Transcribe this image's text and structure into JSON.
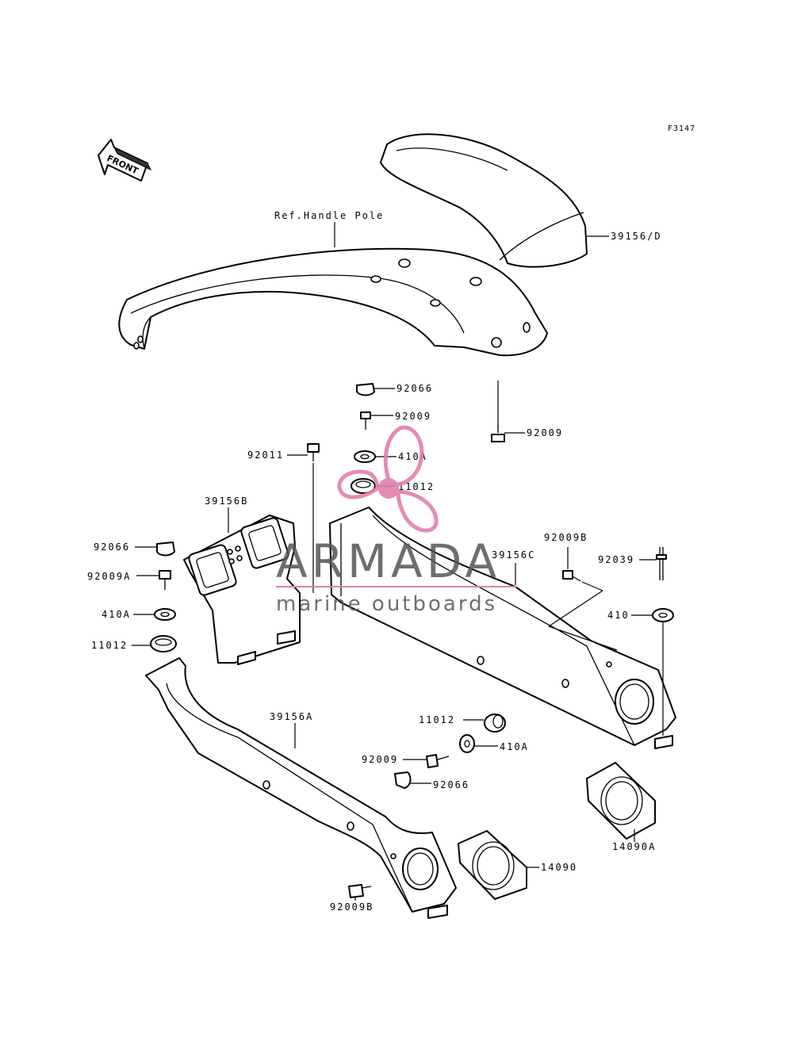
{
  "figure_code": "F3147",
  "front_label": "FRONT",
  "reference_label": "Ref.Handle Pole",
  "watermark": {
    "brand": "ARMADA",
    "tagline": "marine outboards",
    "accent_color": "#e27fae"
  },
  "parts": {
    "p39156D": "39156/D",
    "p92066_top": "92066",
    "p92009_top": "92009",
    "p92009_right": "92009",
    "p92011": "92011",
    "p410A_top": "410A",
    "p11012_top": "11012",
    "p39156B": "39156B",
    "p92066_left": "92066",
    "p92009A": "92009A",
    "p410A_left": "410A",
    "p11012_left": "11012",
    "p39156C": "39156C",
    "p92009B_right": "92009B",
    "p92039": "92039",
    "p410": "410",
    "p39156A": "39156A",
    "p11012_mid": "11012",
    "p410A_mid": "410A",
    "p92009_mid": "92009",
    "p92066_mid": "92066",
    "p14090A": "14090A",
    "p14090": "14090",
    "p92009B_bottom": "92009B"
  }
}
